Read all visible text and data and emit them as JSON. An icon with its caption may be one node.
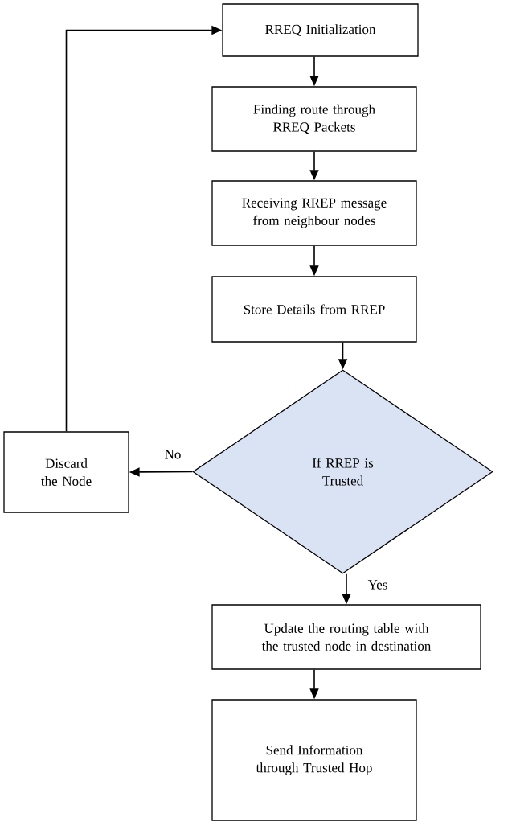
{
  "diagram": {
    "nodes": [
      {
        "text": [
          "RREQ Initialization"
        ]
      },
      {
        "text": [
          "Finding route through RREQ Packets"
        ]
      },
      {
        "text": [
          "Receiving RREP message from neighbour nodes"
        ]
      },
      {
        "text": [
          "Store Details from RREP"
        ]
      },
      {
        "text": [
          "If RREP is Trusted"
        ]
      },
      {
        "text": [
          "Discard the Node"
        ]
      },
      {
        "text": [
          "Update the routing table with the trusted node in destination"
        ]
      },
      {
        "text": [
          "Send Information through Trusted Hop"
        ]
      }
    ],
    "edges": [
      {
        "from": 0,
        "to": 1,
        "arrow": "to"
      },
      {
        "from": 1,
        "to": 2,
        "arrow": "to"
      },
      {
        "from": 2,
        "to": 3,
        "arrow": "to"
      },
      {
        "from": 3,
        "to": 4,
        "arrow": "to"
      },
      {
        "from": 4,
        "to": 5,
        "arrow": "to",
        "label": "No"
      },
      {
        "from": 4,
        "to": 6,
        "arrow": "to",
        "label": "Yes"
      },
      {
        "from": 6,
        "to": 7,
        "arrow": "to"
      },
      {
        "from": 5,
        "to": 0,
        "arrow": "to"
      }
    ]
  }
}
